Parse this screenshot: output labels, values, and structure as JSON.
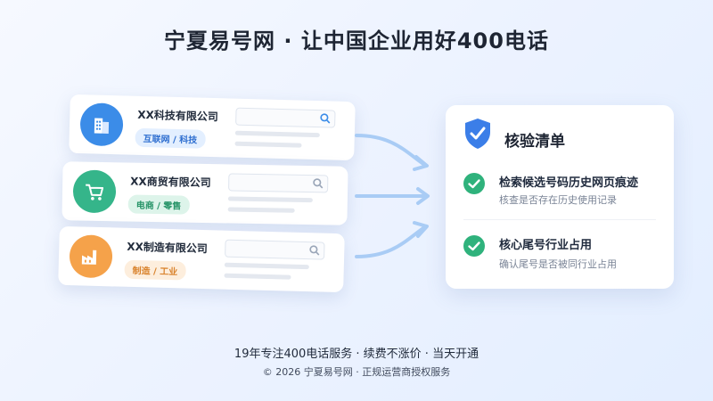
{
  "title": "宁夏易号网 · 让中国企业用好400电话",
  "companies": [
    {
      "name": "XX科技有限公司",
      "tag": "互联网 / 科技",
      "icon": "building-icon"
    },
    {
      "name": "XX商贸有限公司",
      "tag": "电商 / 零售",
      "icon": "shopping-cart-icon"
    },
    {
      "name": "XX制造有限公司",
      "tag": "制造 / 工业",
      "icon": "factory-icon"
    }
  ],
  "checklist": {
    "title": "核验清单",
    "items": [
      {
        "title": "检索候选号码历史网页痕迹",
        "desc": "核查是否存在历史使用记录"
      },
      {
        "title": "核心尾号行业占用",
        "desc": "确认尾号是否被同行业占用"
      }
    ]
  },
  "footer": {
    "line1": "19年专注400电话服务 · 续费不涨价 · 当天开通",
    "line2": "© 2026 宁夏易号网 · 正规运营商授权服务"
  },
  "colors": {
    "blue": "#3b8ce8",
    "green": "#35b58a",
    "orange": "#f5a24a",
    "check_green": "#2fb27c",
    "shield_blue": "#3b7ee8"
  }
}
